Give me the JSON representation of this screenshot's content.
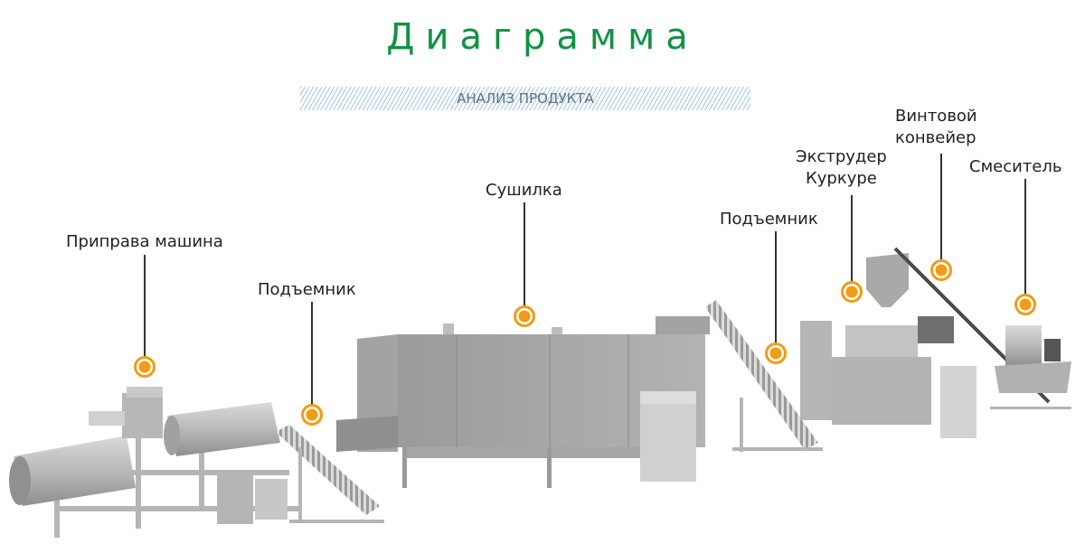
{
  "header": {
    "title": "Диаграмма",
    "subtitle": "АНАЛИЗ ПРОДУКТА"
  },
  "colors": {
    "title": "#119244",
    "marker": "#f29b13",
    "hatch": "#9cc8e0",
    "steel": "#a9a9a7"
  },
  "components": [
    {
      "id": "seasoning",
      "label": "Приправа машина",
      "label_lines": [
        "Приправа машина"
      ],
      "marker": [
        160,
        406
      ]
    },
    {
      "id": "lifter-1",
      "label": "Подъемник",
      "label_lines": [
        "Подъемник"
      ],
      "marker": [
        345,
        459
      ]
    },
    {
      "id": "dryer",
      "label": "Сушилка",
      "label_lines": [
        "Сушилка"
      ],
      "marker": [
        580,
        350
      ]
    },
    {
      "id": "lifter-2",
      "label": "Подъемник",
      "label_lines": [
        "Подъемник"
      ],
      "marker": [
        858,
        391
      ]
    },
    {
      "id": "extruder",
      "label": "Экструдер Куркуре",
      "label_lines": [
        "Экструдер",
        "Куркуре"
      ],
      "marker": [
        942,
        323
      ]
    },
    {
      "id": "screw-conveyor",
      "label": "Винтовой конвейер",
      "label_lines": [
        "Винтовой",
        "конвейер"
      ],
      "marker": [
        1041,
        299
      ]
    },
    {
      "id": "mixer",
      "label": "Смеситель",
      "label_lines": [
        "Смеситель"
      ],
      "marker": [
        1134,
        337
      ]
    }
  ]
}
